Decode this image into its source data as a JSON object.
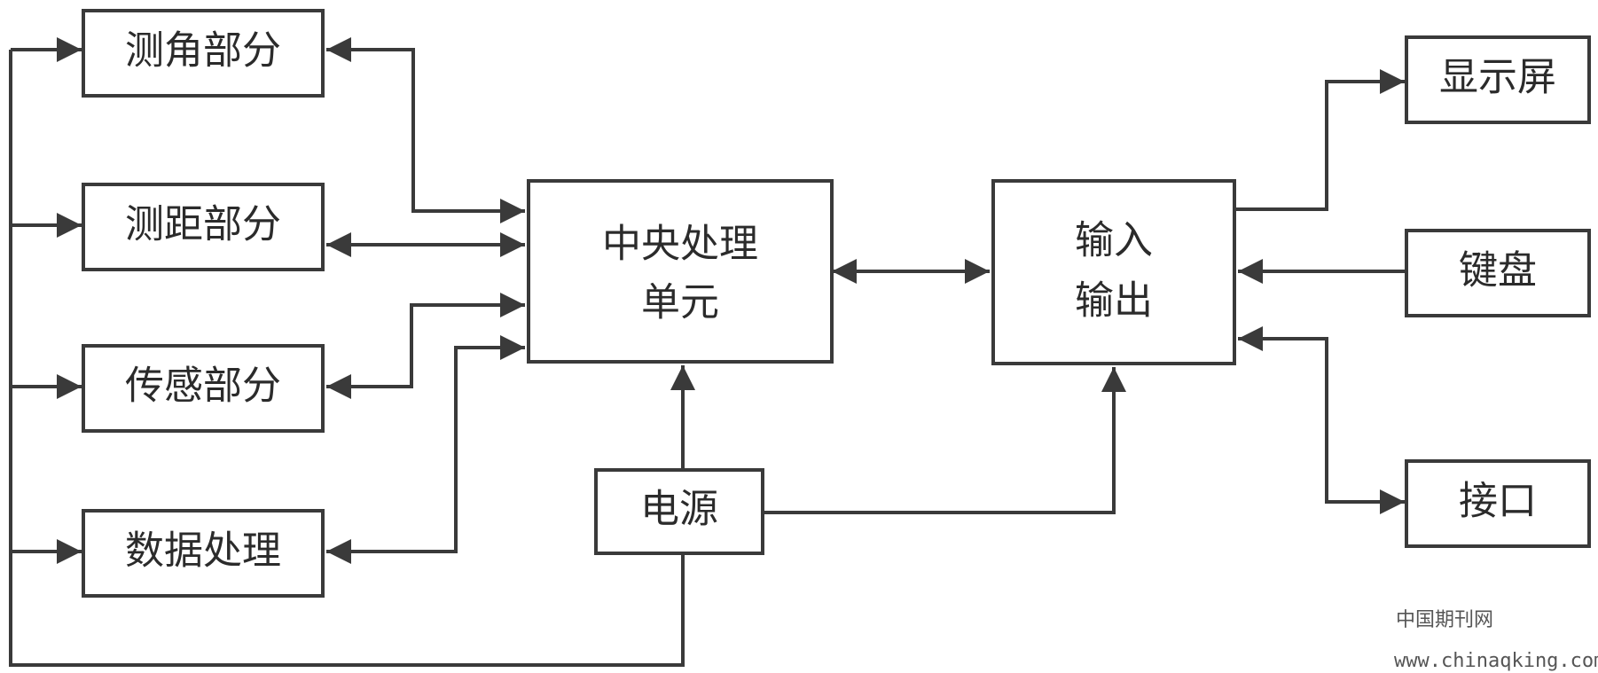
{
  "blocks": {
    "angle": "测角部分",
    "distance": "测距部分",
    "sensor": "传感部分",
    "data_proc": "数据处理",
    "cpu_line1": "中央处理",
    "cpu_line2": "单元",
    "io_line1": "输入",
    "io_line2": "输出",
    "display": "显示屏",
    "keyboard": "键盘",
    "interface": "接口",
    "power": "电源"
  },
  "watermark": {
    "name": "中国期刊网",
    "url": "www.chinaqking.com"
  },
  "colors": {
    "line": "#3a3a3a",
    "text": "#2b2b2b",
    "background": "#ffffff"
  }
}
